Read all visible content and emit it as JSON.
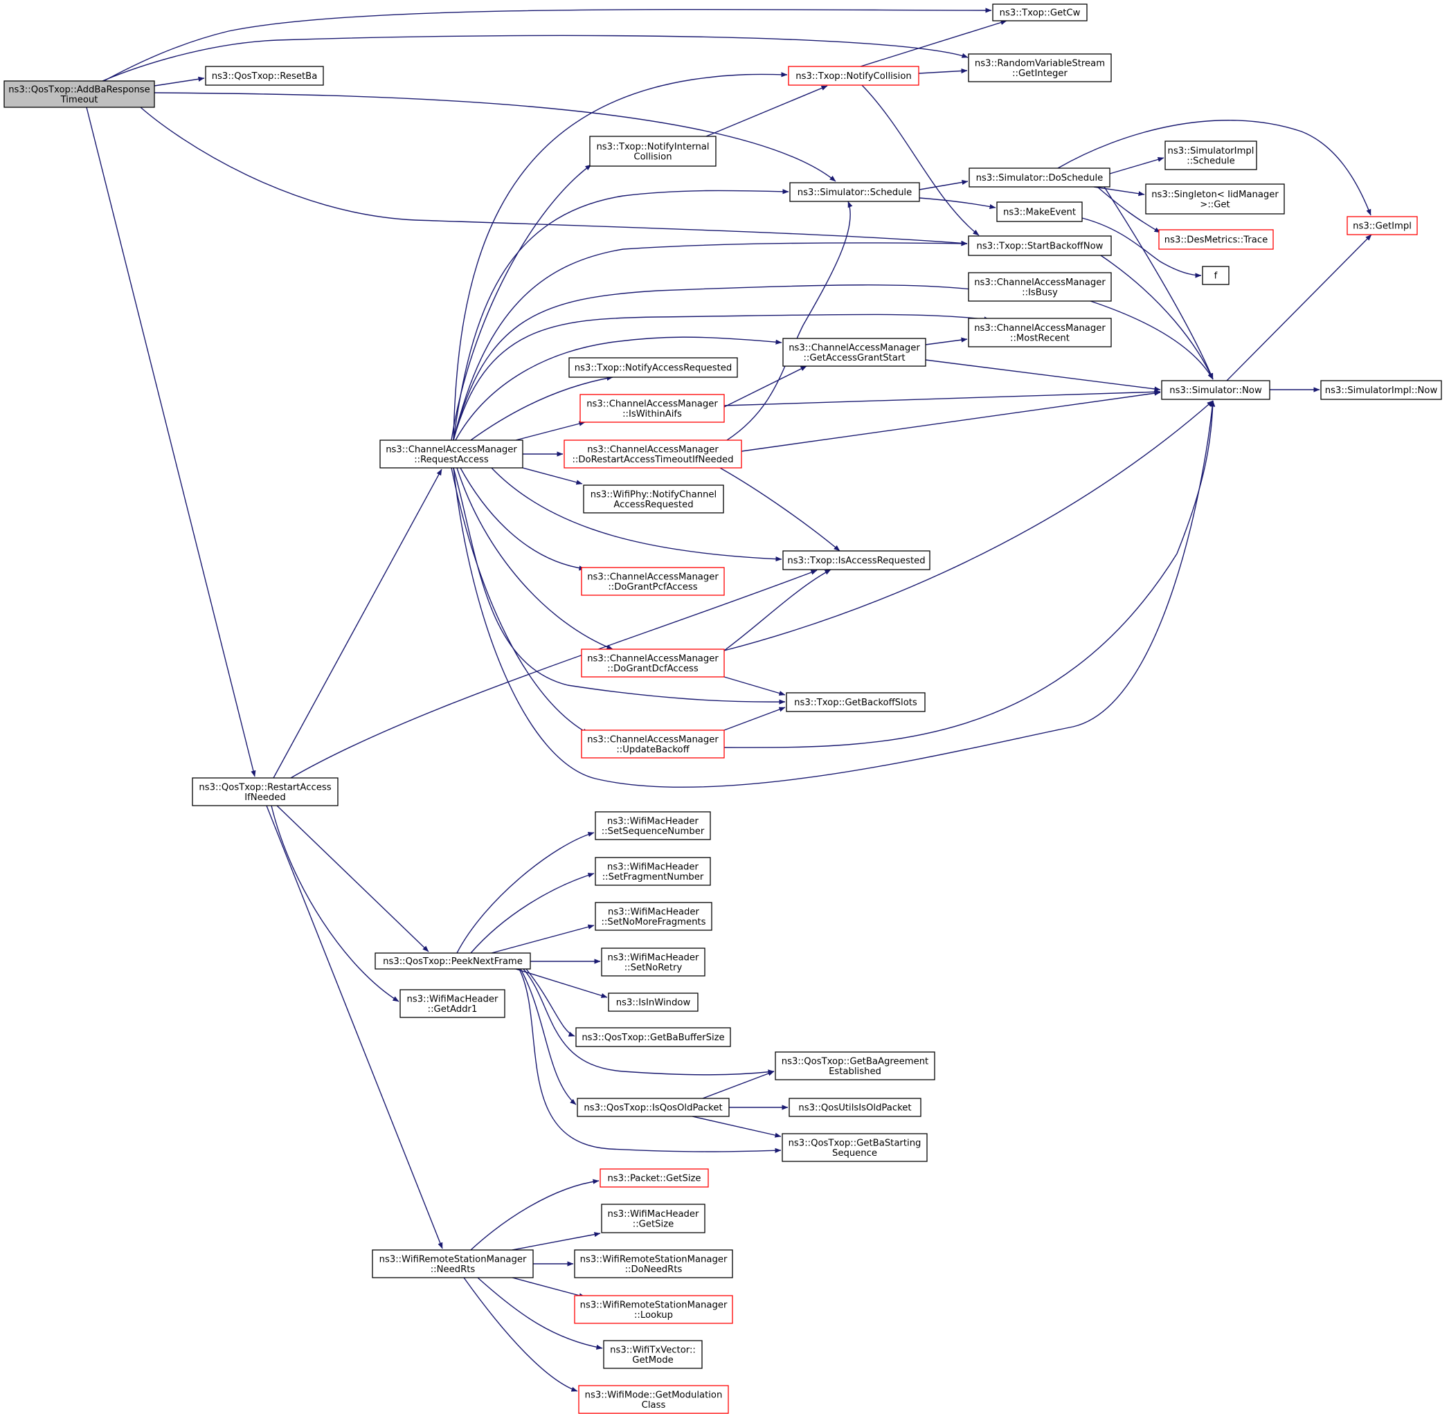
{
  "graph": {
    "colors": {
      "edge": "#191970",
      "node_border": "#000000",
      "truncated_node_border": "#ff0000",
      "root_fill": "#bfbfbf",
      "node_fill": "#ffffff"
    },
    "nodes": [
      {
        "id": "addBaResponseTimeout",
        "lines": [
          "ns3::QosTxop::AddBaResponse",
          "Timeout"
        ],
        "kind": "root"
      },
      {
        "id": "getCw",
        "lines": [
          "ns3::Txop::GetCw"
        ],
        "kind": "plain"
      },
      {
        "id": "rvsGetInteger",
        "lines": [
          "ns3::RandomVariableStream",
          "::GetInteger"
        ],
        "kind": "plain"
      },
      {
        "id": "resetBa",
        "lines": [
          "ns3::QosTxop::ResetBa"
        ],
        "kind": "plain"
      },
      {
        "id": "notifyCollision",
        "lines": [
          "ns3::Txop::NotifyCollision"
        ],
        "kind": "truncated"
      },
      {
        "id": "notifyInternalCollision",
        "lines": [
          "ns3::Txop::NotifyInternal",
          "Collision"
        ],
        "kind": "plain"
      },
      {
        "id": "simSchedule",
        "lines": [
          "ns3::Simulator::Schedule"
        ],
        "kind": "plain"
      },
      {
        "id": "simDoSchedule",
        "lines": [
          "ns3::Simulator::DoSchedule"
        ],
        "kind": "plain"
      },
      {
        "id": "simImplSchedule",
        "lines": [
          "ns3::SimulatorImpl",
          "::Schedule"
        ],
        "kind": "plain"
      },
      {
        "id": "singletonGet",
        "lines": [
          "ns3::Singleton< IidManager",
          ">::Get"
        ],
        "kind": "plain"
      },
      {
        "id": "getImpl",
        "lines": [
          "ns3::GetImpl"
        ],
        "kind": "truncated"
      },
      {
        "id": "makeEvent",
        "lines": [
          "ns3::MakeEvent"
        ],
        "kind": "plain"
      },
      {
        "id": "desMetricsTrace",
        "lines": [
          "ns3::DesMetrics::Trace"
        ],
        "kind": "truncated"
      },
      {
        "id": "startBackoffNow",
        "lines": [
          "ns3::Txop::StartBackoffNow"
        ],
        "kind": "plain"
      },
      {
        "id": "fFunc",
        "lines": [
          "f"
        ],
        "kind": "plain"
      },
      {
        "id": "camIsBusy",
        "lines": [
          "ns3::ChannelAccessManager",
          "::IsBusy"
        ],
        "kind": "plain"
      },
      {
        "id": "camMostRecent",
        "lines": [
          "ns3::ChannelAccessManager",
          "::MostRecent"
        ],
        "kind": "plain"
      },
      {
        "id": "camGetAccessGrantStart",
        "lines": [
          "ns3::ChannelAccessManager",
          "::GetAccessGrantStart"
        ],
        "kind": "plain"
      },
      {
        "id": "notifyAccessRequested",
        "lines": [
          "ns3::Txop::NotifyAccessRequested"
        ],
        "kind": "plain"
      },
      {
        "id": "camIsWithinAifs",
        "lines": [
          "ns3::ChannelAccessManager",
          "::IsWithinAifs"
        ],
        "kind": "truncated"
      },
      {
        "id": "simNow",
        "lines": [
          "ns3::Simulator::Now"
        ],
        "kind": "plain"
      },
      {
        "id": "simImplNow",
        "lines": [
          "ns3::SimulatorImpl::Now"
        ],
        "kind": "plain"
      },
      {
        "id": "camRequestAccess",
        "lines": [
          "ns3::ChannelAccessManager",
          "::RequestAccess"
        ],
        "kind": "plain"
      },
      {
        "id": "camDoRestart",
        "lines": [
          "ns3::ChannelAccessManager",
          "::DoRestartAccessTimeoutIfNeeded"
        ],
        "kind": "truncated"
      },
      {
        "id": "phyNotifyChannel",
        "lines": [
          "ns3::WifiPhy::NotifyChannel",
          "AccessRequested"
        ],
        "kind": "plain"
      },
      {
        "id": "txopIsAccessRequested",
        "lines": [
          "ns3::Txop::IsAccessRequested"
        ],
        "kind": "plain"
      },
      {
        "id": "camDoGrantPcf",
        "lines": [
          "ns3::ChannelAccessManager",
          "::DoGrantPcfAccess"
        ],
        "kind": "truncated"
      },
      {
        "id": "camDoGrantDcf",
        "lines": [
          "ns3::ChannelAccessManager",
          "::DoGrantDcfAccess"
        ],
        "kind": "truncated"
      },
      {
        "id": "txopGetBackoffSlots",
        "lines": [
          "ns3::Txop::GetBackoffSlots"
        ],
        "kind": "plain"
      },
      {
        "id": "camUpdateBackoff",
        "lines": [
          "ns3::ChannelAccessManager",
          "::UpdateBackoff"
        ],
        "kind": "truncated"
      },
      {
        "id": "restartAccessIfNeeded",
        "lines": [
          "ns3::QosTxop::RestartAccess",
          "IfNeeded"
        ],
        "kind": "plain"
      },
      {
        "id": "setSequenceNumber",
        "lines": [
          "ns3::WifiMacHeader",
          "::SetSequenceNumber"
        ],
        "kind": "plain"
      },
      {
        "id": "setFragmentNumber",
        "lines": [
          "ns3::WifiMacHeader",
          "::SetFragmentNumber"
        ],
        "kind": "plain"
      },
      {
        "id": "setNoMoreFragments",
        "lines": [
          "ns3::WifiMacHeader",
          "::SetNoMoreFragments"
        ],
        "kind": "plain"
      },
      {
        "id": "peekNextFrame",
        "lines": [
          "ns3::QosTxop::PeekNextFrame"
        ],
        "kind": "plain"
      },
      {
        "id": "setNoRetry",
        "lines": [
          "ns3::WifiMacHeader",
          "::SetNoRetry"
        ],
        "kind": "plain"
      },
      {
        "id": "getAddr1",
        "lines": [
          "ns3::WifiMacHeader",
          "::GetAddr1"
        ],
        "kind": "plain"
      },
      {
        "id": "isInWindow",
        "lines": [
          "ns3::IsInWindow"
        ],
        "kind": "plain"
      },
      {
        "id": "getBaBufferSize",
        "lines": [
          "ns3::QosTxop::GetBaBufferSize"
        ],
        "kind": "plain"
      },
      {
        "id": "getBaAgreementEstablished",
        "lines": [
          "ns3::QosTxop::GetBaAgreement",
          "Established"
        ],
        "kind": "plain"
      },
      {
        "id": "isQosOldPacket",
        "lines": [
          "ns3::QosTxop::IsQosOldPacket"
        ],
        "kind": "plain"
      },
      {
        "id": "qosUtilsIsOldPacket",
        "lines": [
          "ns3::QosUtilsIsOldPacket"
        ],
        "kind": "plain"
      },
      {
        "id": "getBaStartingSequence",
        "lines": [
          "ns3::QosTxop::GetBaStarting",
          "Sequence"
        ],
        "kind": "plain"
      },
      {
        "id": "packetGetSize",
        "lines": [
          "ns3::Packet::GetSize"
        ],
        "kind": "truncated"
      },
      {
        "id": "macHeaderGetSize",
        "lines": [
          "ns3::WifiMacHeader",
          "::GetSize"
        ],
        "kind": "plain"
      },
      {
        "id": "rsmNeedRts",
        "lines": [
          "ns3::WifiRemoteStationManager",
          "::NeedRts"
        ],
        "kind": "plain"
      },
      {
        "id": "rsmDoNeedRts",
        "lines": [
          "ns3::WifiRemoteStationManager",
          "::DoNeedRts"
        ],
        "kind": "plain"
      },
      {
        "id": "rsmLookup",
        "lines": [
          "ns3::WifiRemoteStationManager",
          "::Lookup"
        ],
        "kind": "truncated"
      },
      {
        "id": "txVectorGetMode",
        "lines": [
          "ns3::WifiTxVector::",
          "GetMode"
        ],
        "kind": "plain"
      },
      {
        "id": "modeGetModulationClass",
        "lines": [
          "ns3::WifiMode::GetModulation",
          "Class"
        ],
        "kind": "truncated"
      }
    ]
  }
}
